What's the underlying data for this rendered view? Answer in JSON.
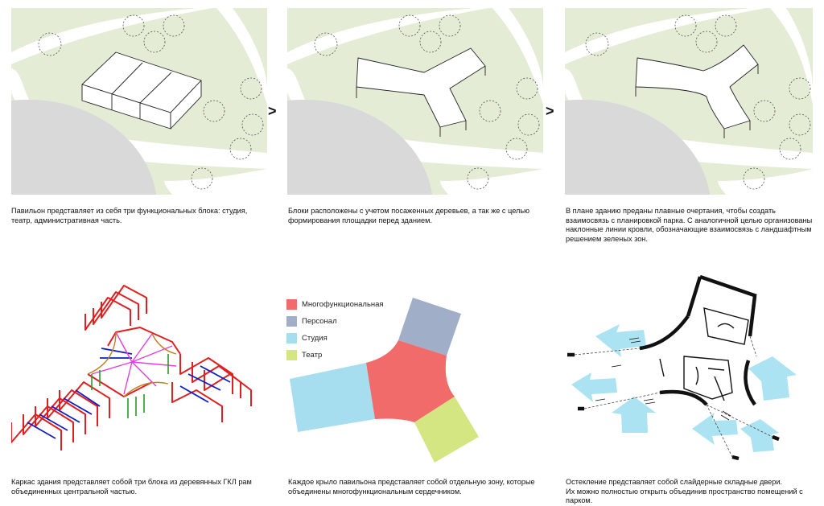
{
  "top_row": {
    "arrow_1": ">",
    "arrow_2": ">",
    "captions": [
      "Павильон представляет из себя три функциональных блока: студия,\nтеатр, административная часть.",
      "Блоки расположены с учетом посаженных деревьев, а так же с целью\nформирования площадки перед зданием.",
      "В плане зданию преданы плавные очертания, чтобы создать\nвзаимосвязь с планировкой парка. С аналогичной целью организованы\nнаклонные линии кровли, обозначающие взаимосвязь с ландшафтным\nрешением зеленых зон."
    ]
  },
  "bottom_row": {
    "captions": [
      "Каркас здания представляет собой три блока из деревянных ГКЛ рам\nобъединенных центральной частью.",
      "Каждое крыло павильона представляет собой отдельную зону, которые\nобъединены многофункциональным сердечником.",
      "Остекление представляет собой слайдерные складные двери.\nИх можно полностью открыть объединив пространство помещений с\nпарком."
    ]
  },
  "legend": {
    "items": [
      {
        "label": "Многофункциональная",
        "color": "#f26b6b"
      },
      {
        "label": "Персонал",
        "color": "#a0aec8"
      },
      {
        "label": "Студия",
        "color": "#a6def0"
      },
      {
        "label": "Театр",
        "color": "#d4e681"
      }
    ]
  },
  "colors": {
    "park_green": "#e4ecd6",
    "plaza_gray": "#d9d9d9",
    "tree_outline": "#555555"
  }
}
